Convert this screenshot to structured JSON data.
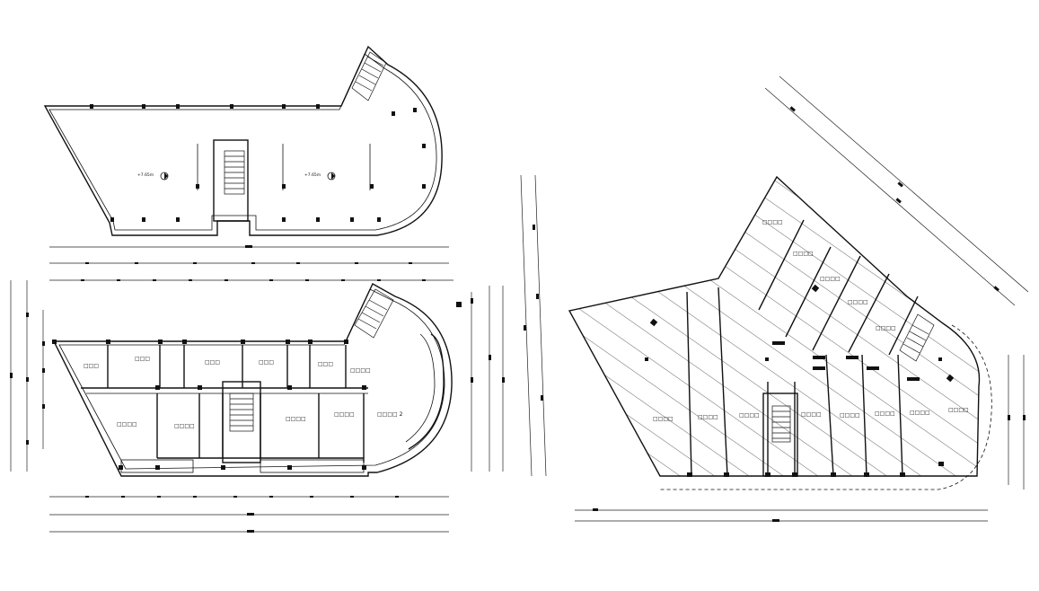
{
  "plans": {
    "roof": {
      "level_left": "+7.65m",
      "level_right": "+7.65m"
    },
    "ground": {
      "room_labels": [
        "□□□",
        "□□□",
        "□□□",
        "□□□",
        "□□□",
        "□□□□",
        "□□□□",
        "□□□□",
        "□□□□",
        "□□□□",
        "□□□□ 2"
      ]
    },
    "commercial": {
      "shop_labels_upper": [
        "□□□□",
        "□□□□",
        "□□□□",
        "□□□□",
        "□□□□"
      ],
      "shop_labels_lower": [
        "□□□□",
        "□□□□",
        "□□□□",
        "□□□□",
        "□□□□",
        "□□□□",
        "□□□□",
        "□□□□"
      ]
    }
  }
}
